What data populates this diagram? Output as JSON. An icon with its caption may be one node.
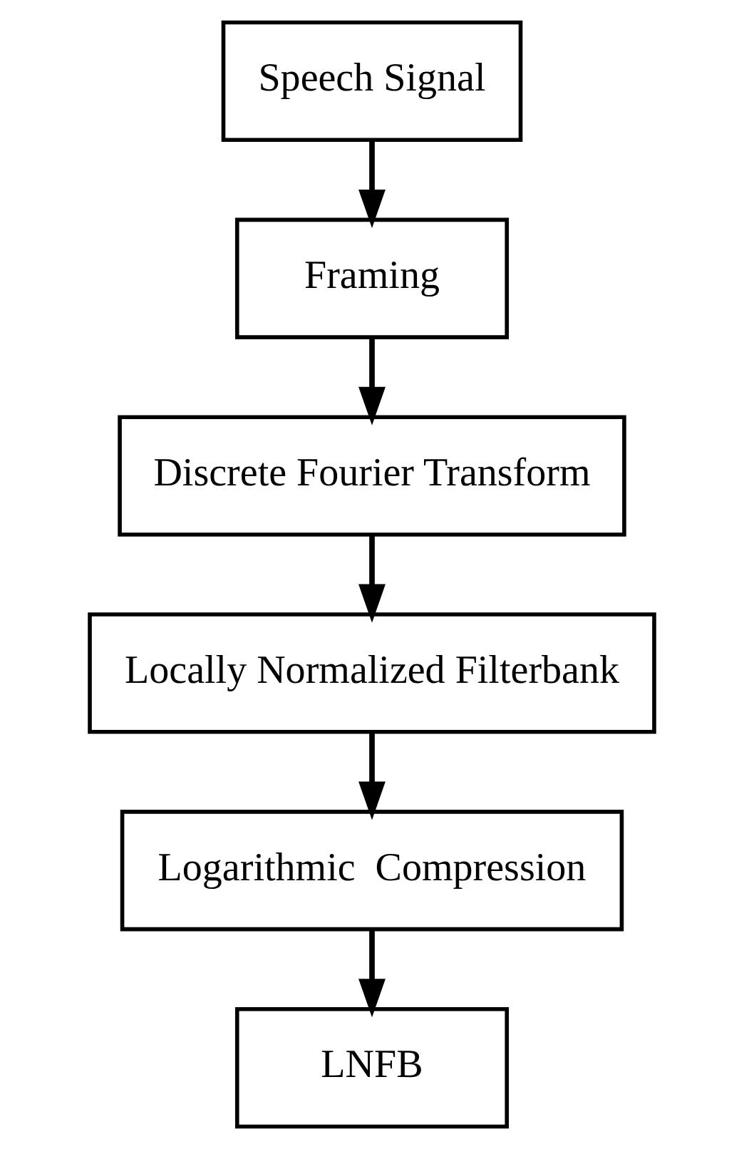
{
  "diagram": {
    "nodes": [
      {
        "text": [
          "Speech Signal"
        ]
      },
      {
        "text": [
          "Framing"
        ]
      },
      {
        "text": [
          "Discrete Fourier Transform"
        ]
      },
      {
        "text": [
          "Locally Normalized Filterbank"
        ]
      },
      {
        "text": [
          "Logarithmic  Compression"
        ]
      },
      {
        "text": [
          "LNFB"
        ]
      }
    ],
    "edges": [
      {
        "from": 0,
        "to": 1,
        "arrow": "to"
      },
      {
        "from": 1,
        "to": 2,
        "arrow": "to"
      },
      {
        "from": 2,
        "to": 3,
        "arrow": "to"
      },
      {
        "from": 3,
        "to": 4,
        "arrow": "to"
      },
      {
        "from": 4,
        "to": 5,
        "arrow": "to"
      }
    ]
  }
}
